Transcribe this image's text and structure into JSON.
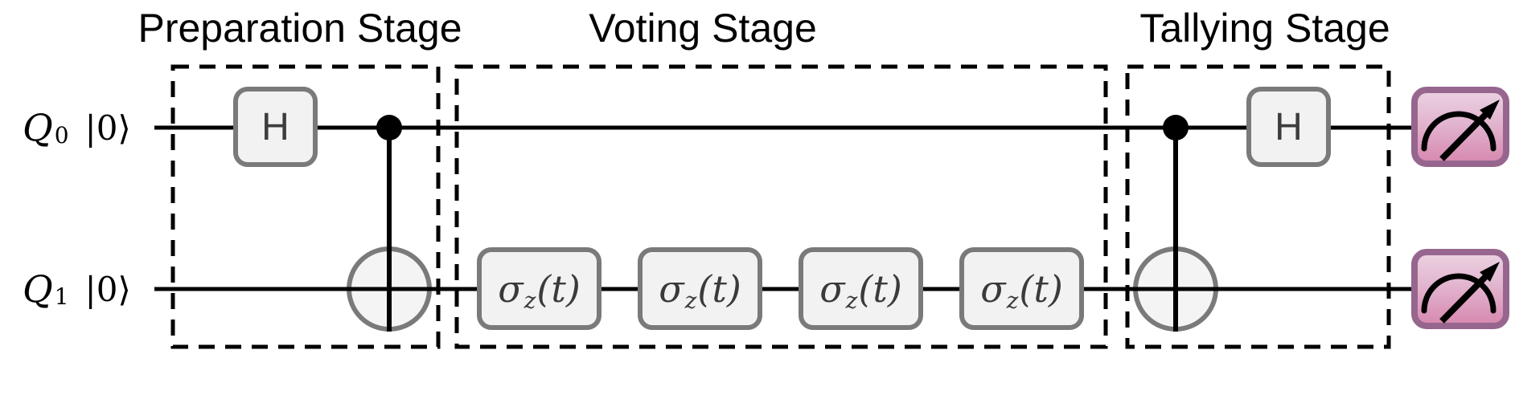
{
  "figure_type": "quantum-circuit-diagram",
  "stages": [
    {
      "label": "Preparation Stage"
    },
    {
      "label": "Voting Stage"
    },
    {
      "label": "Tallying Stage"
    }
  ],
  "qubits": [
    {
      "name": "Q",
      "index": "0",
      "state": "|0⟩"
    },
    {
      "name": "Q",
      "index": "1",
      "state": "|0⟩"
    }
  ],
  "gates": {
    "hadamard": "H",
    "sigma_base": "σ",
    "sigma_sub": "z",
    "sigma_arg": "(t)",
    "sigma_repeat": 4
  },
  "icons": {
    "control": "cnot-control-dot",
    "target": "cnot-target-circle-with-plus",
    "measurement": "gauge-meter-with-arrow"
  },
  "colors": {
    "wire": "#000000",
    "stage_outline": "#000000",
    "gate_fill": "#f2f2f2",
    "gate_border": "#7a7a7a",
    "gate_text": "#3d3d3d",
    "measure_border": "#96668f",
    "measure_fill_top": "#ebd3e2",
    "measure_fill_bottom": "#d687ae"
  }
}
